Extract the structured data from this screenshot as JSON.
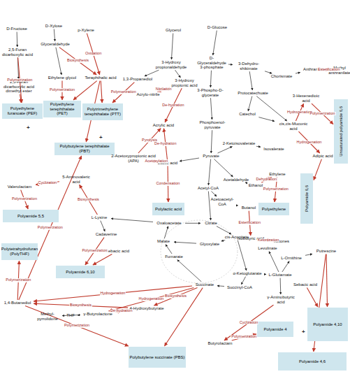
{
  "diagram": {
    "nodes": [
      {
        "text": [
          "D-Fructose"
        ]
      },
      {
        "text": [
          "D-Xylose"
        ]
      },
      {
        "text": [
          "p-Xylene"
        ]
      },
      {
        "text": [
          "Glycerol"
        ]
      },
      {
        "text": [
          "D-Glucose"
        ]
      },
      {
        "text": [
          "2,5-Furan dicarboxylic acid"
        ]
      },
      {
        "text": [
          "Glyceraldehyde"
        ]
      },
      {
        "text": [
          "Ethylene glycol"
        ]
      },
      {
        "text": [
          "Teraphthalic acid"
        ]
      },
      {
        "text": [
          "2,5-Furan dicarboxylic acid dimethyl ester"
        ]
      },
      {
        "text": [
          "3-Hydroxy propionaldehyde"
        ]
      },
      {
        "text": [
          "1,3-Propanediol"
        ]
      },
      {
        "text": [
          "Acrylo-nitrile"
        ]
      },
      {
        "text": [
          "3-Hydroxy propionic acid"
        ]
      },
      {
        "text": [
          "D-Glyceraldehyde 3-phosphate"
        ]
      },
      {
        "text": [
          "3-Dehydro-shikimate"
        ]
      },
      {
        "text": [
          "Chorismate"
        ]
      },
      {
        "text": [
          "Anthranilate"
        ]
      },
      {
        "text": [
          "Methyl anthranilate"
        ]
      },
      {
        "text": [
          "3-Phospho-D-glycerate"
        ]
      },
      {
        "text": [
          "Protocatechuate"
        ]
      },
      {
        "text": [
          "3-Hexenedioic acid"
        ]
      },
      {
        "text": [
          "Unsaturated polyamide 6,6"
        ]
      },
      {
        "text": [
          "Phosphoenol-pyruvate"
        ]
      },
      {
        "text": [
          "Catechol"
        ]
      },
      {
        "text": [
          "cis,cis-Muconic acid"
        ]
      },
      {
        "text": [
          "Polyethylene furanoate (PEF)"
        ]
      },
      {
        "text": [
          "Polyethylene terephthalate (PET)"
        ]
      },
      {
        "text": [
          "Polytrimethylene terephthalate (PTT)"
        ]
      },
      {
        "text": [
          "Acrylic acid"
        ]
      },
      {
        "text": [
          "Polybutylene terephthalate (PBT)"
        ]
      },
      {
        "text": [
          "2-Acetoxypropionic acid (APA)"
        ]
      },
      {
        "text": [
          "Lactic acid"
        ]
      },
      {
        "text": [
          "Pyruvate"
        ]
      },
      {
        "text": [
          "2-Ketoisovalerate"
        ]
      },
      {
        "text": [
          "Isovalerate"
        ]
      },
      {
        "text": [
          "Adipic acid"
        ]
      },
      {
        "text": [
          "Acetyl-CoA"
        ]
      },
      {
        "text": [
          "Acetaldehyde"
        ]
      },
      {
        "text": [
          "Ethanol"
        ]
      },
      {
        "text": [
          "Ethylene"
        ]
      },
      {
        "text": [
          "Polyethylene"
        ]
      },
      {
        "text": [
          "Butanol"
        ]
      },
      {
        "text": [
          "Acetoacetyl-CoA"
        ]
      },
      {
        "text": [
          "Isobutyric acid"
        ]
      },
      {
        "text": [
          "Ketones"
        ]
      },
      {
        "text": [
          "Polyamide 6,6"
        ]
      },
      {
        "text": [
          "Polylactic acid"
        ]
      },
      {
        "text": [
          "Valerolactam"
        ]
      },
      {
        "text": [
          "5-Aminovaleric acid"
        ]
      },
      {
        "text": [
          "Polyamide 5,5"
        ]
      },
      {
        "text": [
          "L-Lysine"
        ]
      },
      {
        "text": [
          "Oxaloacetate"
        ]
      },
      {
        "text": [
          "Citrate"
        ]
      },
      {
        "text": [
          "cis-Aconitate"
        ]
      },
      {
        "text": [
          "Cadaverine"
        ]
      },
      {
        "text": [
          "Sebacic acid"
        ]
      },
      {
        "text": [
          "Malate"
        ]
      },
      {
        "text": [
          "Glyoxylate"
        ]
      },
      {
        "text": [
          "Fumarate"
        ]
      },
      {
        "text": [
          "Levulinate"
        ]
      },
      {
        "text": [
          "L-Ornithine"
        ]
      },
      {
        "text": [
          "Putrescine"
        ]
      },
      {
        "text": [
          "Polytetrahydrofuran (PolyTHF)"
        ]
      },
      {
        "text": [
          "Polyamide 6,10"
        ]
      },
      {
        "text": [
          "Succinate"
        ]
      },
      {
        "text": [
          "α-Ketoglutarate"
        ]
      },
      {
        "text": [
          "L-Glutamate"
        ]
      },
      {
        "text": [
          "Succinyl-CoA"
        ]
      },
      {
        "text": [
          "Sebacic acid"
        ]
      },
      {
        "text": [
          "γ-Aminobutyric acid"
        ]
      },
      {
        "text": [
          "1,4-Butanediol"
        ]
      },
      {
        "text": [
          "Methyl-pyrrolidone"
        ]
      },
      {
        "text": [
          "THF"
        ]
      },
      {
        "text": [
          "γ-Butyrolactone"
        ]
      },
      {
        "text": [
          "4-Hydroxybutyrate"
        ]
      },
      {
        "text": [
          "Polyamide 4"
        ]
      },
      {
        "text": [
          "Polyamide 4,10"
        ]
      },
      {
        "text": [
          "Polybutylene succinate (PBS)"
        ]
      },
      {
        "text": [
          "Butyrolactam"
        ]
      },
      {
        "text": [
          "Polyamide 4,6"
        ]
      }
    ],
    "edges": [
      {
        "from": 0,
        "to": 5,
        "arrow": "to"
      },
      {
        "from": 1,
        "to": 6,
        "arrow": "to"
      },
      {
        "from": 2,
        "to": 8,
        "label": "Oxidation",
        "arrow": "to"
      },
      {
        "from": 6,
        "to": 8,
        "label": "Biosynthesis",
        "arrow": "to"
      },
      {
        "from": 6,
        "to": 7,
        "arrow": "to"
      },
      {
        "from": 5,
        "to": 9,
        "arrow": "to"
      },
      {
        "from": 9,
        "to": 26,
        "arrow": "to"
      },
      {
        "from": 5,
        "to": 26,
        "label": "Polymerization",
        "arrow": "to"
      },
      {
        "from": 7,
        "to": 27,
        "label": "Polymerization",
        "arrow": "to"
      },
      {
        "from": 8,
        "to": 27,
        "arrow": "to"
      },
      {
        "from": 8,
        "to": 28,
        "arrow": "to"
      },
      {
        "from": 11,
        "to": 28,
        "label": "Polymerization",
        "arrow": "to"
      },
      {
        "from": 8,
        "to": 30,
        "arrow": "to"
      },
      {
        "from": 71,
        "to": 30,
        "label": "Polymerization",
        "arrow": "to"
      },
      {
        "from": 3,
        "to": 10,
        "arrow": "to"
      },
      {
        "from": 10,
        "to": 11,
        "arrow": "to"
      },
      {
        "from": 10,
        "to": 13,
        "arrow": "to"
      },
      {
        "from": 13,
        "to": 12,
        "label": "Nitrilation",
        "arrow": "to"
      },
      {
        "from": 13,
        "to": 29,
        "label": "De-hydration",
        "arrow": "to"
      },
      {
        "from": 31,
        "to": 29,
        "label": "Pyrolysis",
        "arrow": "to"
      },
      {
        "from": 32,
        "to": 31,
        "label": "Acetoxylation",
        "arrow": "to"
      },
      {
        "from": 32,
        "to": 29,
        "label": "De-hydration",
        "arrow": "to"
      },
      {
        "from": 4,
        "to": 14,
        "arrow": "to"
      },
      {
        "from": 14,
        "to": 19,
        "arrow": "to"
      },
      {
        "from": 19,
        "to": 23,
        "arrow": "to"
      },
      {
        "from": 23,
        "to": 33,
        "arrow": "to"
      },
      {
        "from": 14,
        "to": 15,
        "arrow": "to"
      },
      {
        "from": 15,
        "to": 16,
        "arrow": "to"
      },
      {
        "from": 16,
        "to": 17,
        "arrow": "to"
      },
      {
        "from": 17,
        "to": 18,
        "label": "Esterification",
        "arrow": "to"
      },
      {
        "from": 15,
        "to": 20,
        "arrow": "to"
      },
      {
        "from": 20,
        "to": 24,
        "arrow": "to"
      },
      {
        "from": 24,
        "to": 25,
        "arrow": "to"
      },
      {
        "from": 20,
        "to": 25,
        "arrow": "to"
      },
      {
        "from": 25,
        "to": 21,
        "label": "Hydrogenation",
        "arrow": "to"
      },
      {
        "from": 25,
        "to": 36,
        "label": "Hydrogenation",
        "arrow": "to"
      },
      {
        "from": 21,
        "to": 22,
        "label": "Polymerization",
        "arrow": "to"
      },
      {
        "from": 33,
        "to": 34,
        "arrow": "to"
      },
      {
        "from": 34,
        "to": 35,
        "arrow": "to"
      },
      {
        "from": 36,
        "to": 46,
        "arrow": "to"
      },
      {
        "from": 33,
        "to": 32,
        "arrow": "to"
      },
      {
        "from": 32,
        "to": 47,
        "label": "Condensation",
        "arrow": "to"
      },
      {
        "from": 33,
        "to": 37,
        "arrow": "to"
      },
      {
        "from": 33,
        "to": 38,
        "arrow": "to"
      },
      {
        "from": 38,
        "to": 39,
        "arrow": "to"
      },
      {
        "from": 39,
        "to": 40,
        "label": "Dehydration",
        "arrow": "to"
      },
      {
        "from": 40,
        "to": 41,
        "label": "Polymerization",
        "arrow": "to"
      },
      {
        "from": 37,
        "to": 43,
        "arrow": "to"
      },
      {
        "from": 43,
        "to": 42,
        "arrow": "to"
      },
      {
        "from": 42,
        "to": 44,
        "label": "Esterification",
        "arrow": "to"
      },
      {
        "from": 44,
        "to": 45,
        "label": "Ketonization",
        "arrow": "to"
      },
      {
        "from": 37,
        "to": 53,
        "arrow": "to"
      },
      {
        "from": 52,
        "to": 53,
        "arrow": "to"
      },
      {
        "from": 53,
        "to": 54,
        "arrow": "to"
      },
      {
        "from": 54,
        "to": 66,
        "arrow": "to"
      },
      {
        "from": 66,
        "to": 68,
        "arrow": "to"
      },
      {
        "from": 68,
        "to": 65,
        "arrow": "to"
      },
      {
        "from": 65,
        "to": 59,
        "arrow": "to"
      },
      {
        "from": 59,
        "to": 57,
        "arrow": "to"
      },
      {
        "from": 57,
        "to": 52,
        "arrow": "to"
      },
      {
        "from": 54,
        "to": 58,
        "arrow": "to"
      },
      {
        "from": 58,
        "to": 57,
        "arrow": "to"
      },
      {
        "from": 66,
        "to": 67,
        "arrow": "to"
      },
      {
        "from": 67,
        "to": 61,
        "arrow": "to"
      },
      {
        "from": 61,
        "to": 62,
        "arrow": "to"
      },
      {
        "from": 62,
        "to": 80,
        "arrow": "to"
      },
      {
        "from": 62,
        "to": 77,
        "arrow": "to"
      },
      {
        "from": 69,
        "to": 77,
        "arrow": "to"
      },
      {
        "from": 67,
        "to": 70,
        "arrow": "to"
      },
      {
        "from": 70,
        "to": 79,
        "label": "Cyclization",
        "arrow": "to"
      },
      {
        "from": 79,
        "to": 76,
        "label": "Polymerization",
        "arrow": "to"
      },
      {
        "from": 65,
        "to": 75,
        "label": "Biosynthesis",
        "arrow": "to"
      },
      {
        "from": 65,
        "to": 71,
        "label": "Hydrogenation",
        "arrow": "to"
      },
      {
        "from": 65,
        "to": 74,
        "label": "Hydrogenation",
        "arrow": "to"
      },
      {
        "from": 75,
        "to": 74,
        "label": "De-hydration",
        "arrow": "to"
      },
      {
        "from": 71,
        "to": 63,
        "label": "Polymerization",
        "arrow": "to"
      },
      {
        "from": 71,
        "to": 78,
        "label": "Polymerization",
        "arrow": "to"
      },
      {
        "from": 65,
        "to": 78,
        "arrow": "to"
      },
      {
        "from": 74,
        "to": 72,
        "arrow": "to"
      },
      {
        "from": 74,
        "to": 73,
        "arrow": "to"
      },
      {
        "from": 51,
        "to": 49,
        "label": "Biosynthesis",
        "arrow": "to"
      },
      {
        "from": 49,
        "to": 48,
        "label": "Cyclization",
        "arrow": "to"
      },
      {
        "from": 48,
        "to": 50,
        "label": "Polymerization",
        "arrow": "to"
      },
      {
        "from": 51,
        "to": 55,
        "arrow": "to"
      },
      {
        "from": 55,
        "to": 64,
        "label": "Polymerization",
        "arrow": "to"
      },
      {
        "from": 56,
        "to": 64,
        "arrow": "to"
      },
      {
        "from": 52,
        "to": 51,
        "arrow": "to"
      },
      {
        "from": 67,
        "to": 60,
        "arrow": "to"
      },
      {
        "from": 75,
        "to": 71,
        "label": "Biosynthesis",
        "arrow": "to"
      }
    ],
    "labels": [
      "+",
      "+",
      "+"
    ]
  }
}
